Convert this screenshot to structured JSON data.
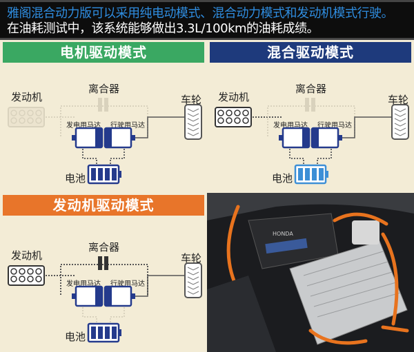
{
  "caption": {
    "line1": "雅阁混合动力版可以采用纯电动模式、混合动力模式和发动机模式行驶。",
    "line2": "在油耗测试中，该系统能够做出3.3L/100km的油耗成绩。"
  },
  "panels": [
    {
      "title": "电机驱动模式",
      "color": "#3aa862",
      "clutch": "离合器",
      "engine": "发动机",
      "wheel": "车轮",
      "gen_motor": "发电用马达",
      "drive_motor": "行驶用马达",
      "battery": "电池"
    },
    {
      "title": "混合驱动模式",
      "color": "#1e3a7c",
      "clutch": "离合器",
      "engine": "发动机",
      "wheel": "车轮",
      "gen_motor": "发电用马达",
      "drive_motor": "行驶用马达",
      "battery": "电池"
    },
    {
      "title": "发动机驱动模式",
      "color": "#e8752a",
      "clutch": "离合器",
      "engine": "发动机",
      "wheel": "车轮",
      "gen_motor": "发电用马达",
      "drive_motor": "行驶用马达",
      "battery": "电池"
    }
  ],
  "photo": {
    "brand": "HONDA"
  }
}
